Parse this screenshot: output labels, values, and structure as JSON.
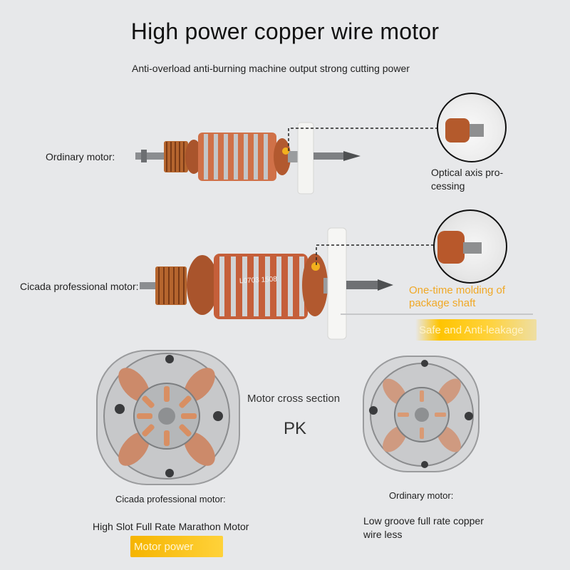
{
  "title": "High power copper wire motor",
  "subtitle": "Anti-overload anti-burning machine output strong cutting power",
  "top_section": {
    "ordinary_label": "Ordinary motor:",
    "optical_label": "Optical axis pro-\ncessing",
    "cicada_label": "Cicada professional motor:",
    "rotor_marking": "L0703 1508",
    "one_time_label": "One-time molding of\npackage shaft",
    "banner_text": "Safe and Anti-leakage"
  },
  "cross_section": {
    "caption": "Motor cross section",
    "vs": "PK",
    "left_label": "Cicada professional motor:",
    "left_desc": "High Slot Full Rate Marathon Motor",
    "left_banner": "Motor power",
    "right_label": "Ordinary motor:",
    "right_desc": "Low groove full rate copper\nwire less"
  },
  "colors": {
    "background": "#e7e8ea",
    "copper": "#c8653c",
    "accent": "#f0a826",
    "highlight_bar": "#ffc400"
  }
}
